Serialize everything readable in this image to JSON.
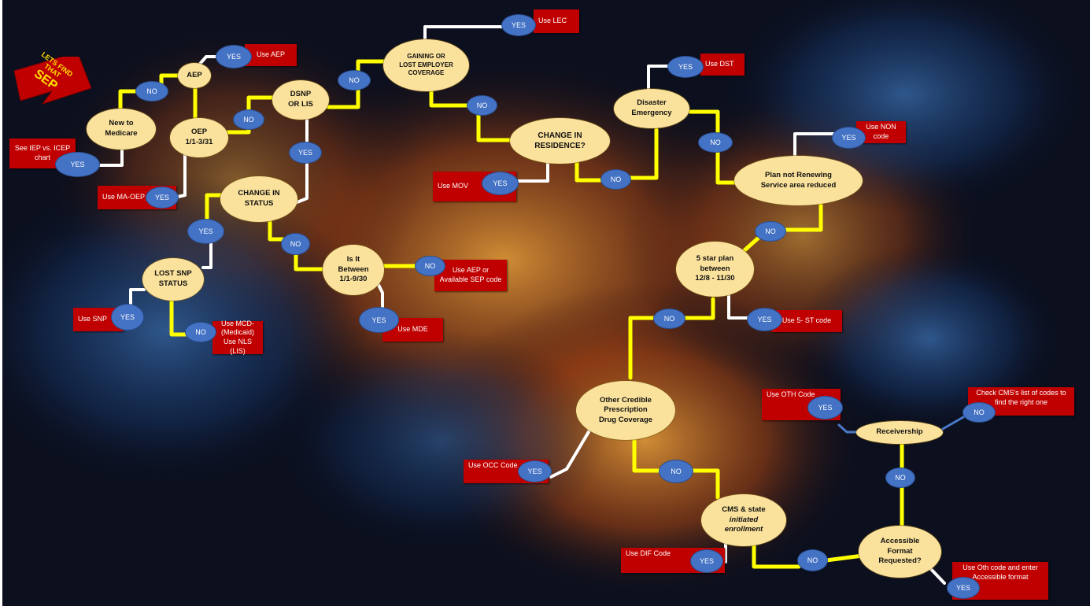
{
  "badge": {
    "line1": "LETS FIND",
    "line2": "THAT",
    "line3": "SEP"
  },
  "nodes": {
    "new_medicare": "New to\nMedicare",
    "aep": "AEP",
    "oep": "OEP\n1/1-3/31",
    "dsnp": "DSNP\nOR LIS",
    "gaining": "GAINING OR\nLOST EMPLOYER\nCOVERAGE",
    "change_residence": "CHANGE IN\nRESIDENCE?",
    "disaster": "Disaster\nEmergency",
    "plan_not_renewing": "Plan not Renewing\nService area reduced",
    "change_status": "CHANGE IN\nSTATUS",
    "lost_snp": "LOST SNP\nSTATUS",
    "is_it_between": "Is It\nBetween\n1/1-9/30",
    "five_star": "5 star plan\nbetween\n12/8 - 11/30",
    "other_credible": "Other Credible\nPrescription\nDrug Coverage",
    "cms_state": "CMS & state\ninitiated\nenrollment",
    "receivership": "Receivership",
    "accessible": "Accessible\nFormat\nRequested?"
  },
  "pills": {
    "yes": "YES",
    "no": "NO"
  },
  "labels": {
    "see_iep": "See IEP vs. ICEP\nchart",
    "use_aep_top": "Use AEP",
    "use_ma_oep": "Use MA-OEP",
    "use_lec": "Use LEC",
    "use_mov": "Use MOV",
    "use_dst": "Use DST",
    "use_non": "Use NON\ncode",
    "use_snp": "Use SNP",
    "use_mcd": "Use MCD-\n(Medicaid)\nUse NLS (LIS)",
    "use_aep_available": "Use AEP or\nAvailable SEP code",
    "use_mde": "Use MDE",
    "use_5st": "Use 5- ST code",
    "use_oth": "Use OTH Code",
    "check_cms": "Check CMS's   list of codes to\nfind the right one",
    "use_occ": "Use OCC Code",
    "use_dif": "Use DIF Code",
    "use_oth_accessible": "Use Oth code and enter\nAccessible format"
  },
  "colors": {
    "connector_yes": "#ffffff",
    "connector_no": "#ffff00",
    "ellipse": "#fbe29c",
    "pill": "#4472c4",
    "label": "#c00000"
  }
}
